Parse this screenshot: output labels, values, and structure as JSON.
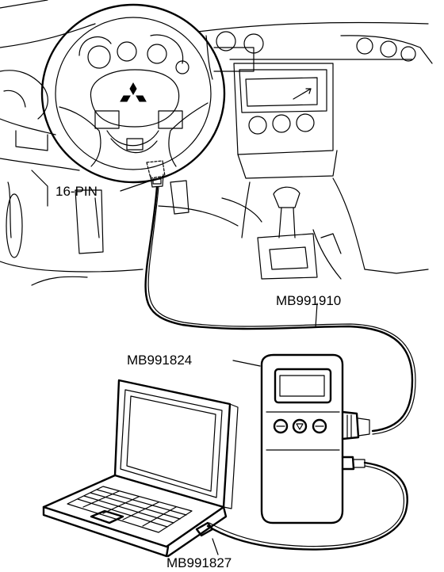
{
  "labels": {
    "connector": "16-PIN",
    "cable_main": "MB991910",
    "interface_unit": "MB991824",
    "usb_cable": "MB991827"
  }
}
